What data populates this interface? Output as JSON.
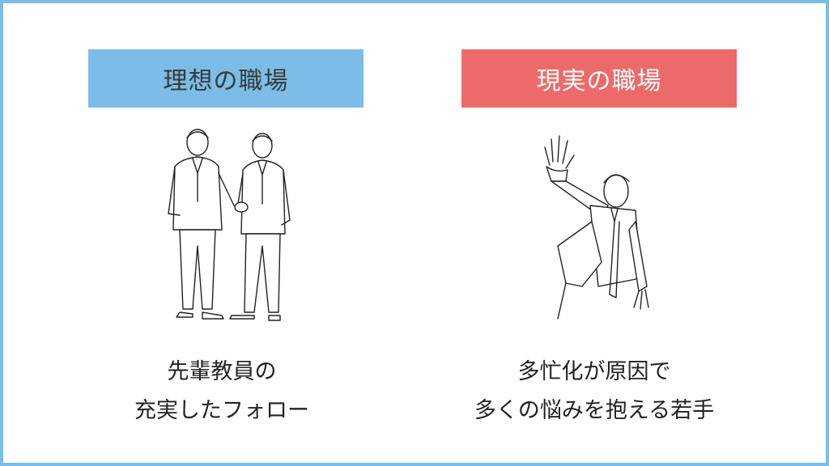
{
  "colors": {
    "frame_border": "#7bbde6",
    "ideal_accent": "#7bbde6",
    "reality_accent": "#ed6a6a",
    "label_text": "#3a3a3a"
  },
  "left": {
    "title": "理想の職場",
    "illustration_icon": "handshake-illustration",
    "caption_lines": [
      "先輩教員の",
      "充実したフォロー"
    ]
  },
  "right": {
    "title": "現実の職場",
    "illustration_icon": "struggling-person-illustration",
    "caption_lines": [
      "多忙化が原因で",
      "多くの悩みを抱える若手"
    ]
  }
}
